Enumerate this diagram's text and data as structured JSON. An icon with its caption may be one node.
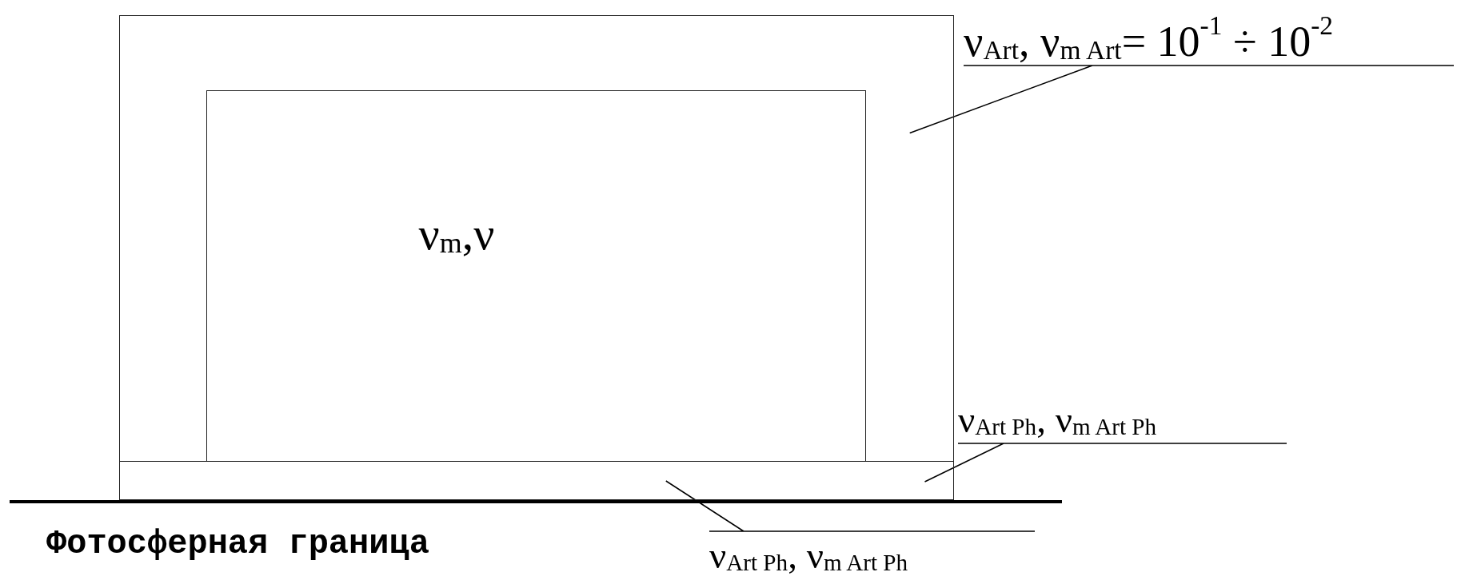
{
  "diagram": {
    "nodes": [
      {
        "text": [],
        "shape": "box"
      },
      {
        "text": [
          "ν$_{m}$,ν"
        ],
        "in": 0
      },
      {
        "text": [],
        "shape": "box",
        "in": 0
      },
      {
        "text": [
          "ν$_{Art}$, ν$_{m Art}$= 10$^{-1}$ ÷ 10$^{-2}$"
        ]
      },
      {
        "text": [
          "ν$_{Art Ph}$, ν$_{m Art Ph}$"
        ]
      },
      {
        "text": [
          "ν$_{Art Ph}$, ν$_{m Art Ph}$"
        ]
      }
    ],
    "edges": [
      {
        "from": 3,
        "to": 0,
        "arrow": "none"
      },
      {
        "from": 4,
        "to": 2,
        "arrow": "none"
      },
      {
        "from": 5,
        "to": 2,
        "arrow": "none"
      }
    ],
    "labels": [
      "Фотосферная граница"
    ]
  }
}
